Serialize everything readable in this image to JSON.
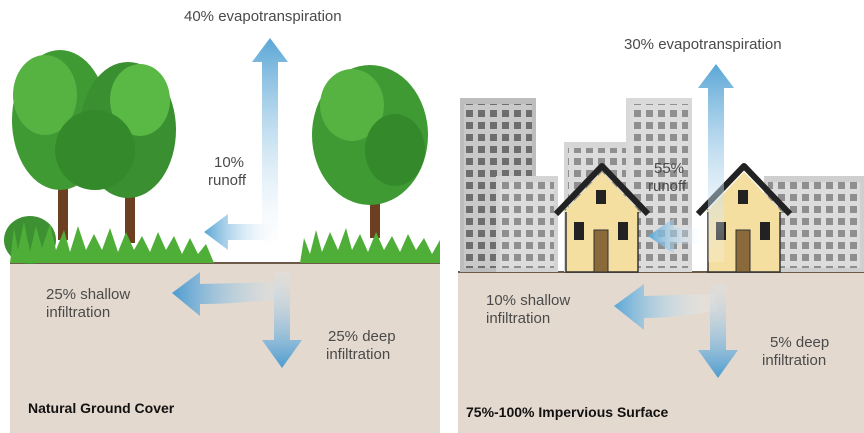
{
  "natural": {
    "caption": "Natural Ground Cover",
    "evapotranspiration": "40% evapotranspiration",
    "runoff_line1": "10%",
    "runoff_line2": "runoff",
    "shallow_line1": "25% shallow",
    "shallow_line2": "infiltration",
    "deep_line1": "25% deep",
    "deep_line2": "infiltration"
  },
  "impervious": {
    "caption": "75%-100% Impervious Surface",
    "evapotranspiration": "30% evapotranspiration",
    "runoff_line1": "55%",
    "runoff_line2": "runoff",
    "shallow_line1": "10% shallow",
    "shallow_line2": "infiltration",
    "deep_line1": "5% deep",
    "deep_line2": "infiltration"
  },
  "colors": {
    "ground": "#e3d9cf",
    "arrow": "#5aa6d6",
    "tree": "#3f9a34",
    "grass": "#4fae38",
    "building": "#b8b8b8",
    "house": "#f4dea0"
  }
}
